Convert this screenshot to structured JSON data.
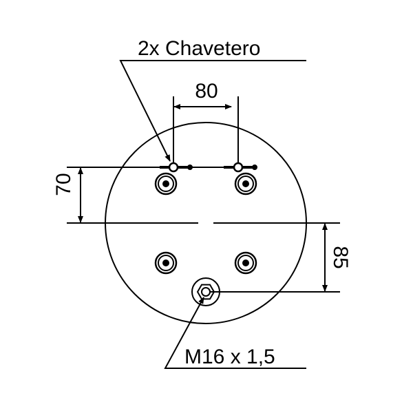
{
  "labels": {
    "keyway_note": "2x Chavetero",
    "width_dim": "80",
    "top_dim": "70",
    "bottom_dim": "85",
    "port_thread": "M16 x 1,5"
  },
  "colors": {
    "line": "#000000",
    "background": "#ffffff"
  }
}
